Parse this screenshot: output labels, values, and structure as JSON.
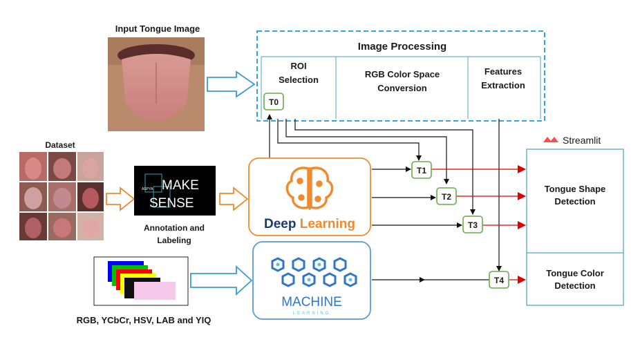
{
  "input": {
    "title": "Input Tongue Image"
  },
  "image_processing": {
    "title": "Image Processing",
    "steps": [
      {
        "line1": "ROI",
        "line2": "Selection"
      },
      {
        "line1": "RGB Color Space",
        "line2": "Conversion"
      },
      {
        "line1": "Features",
        "line2": "Extraction"
      }
    ]
  },
  "dataset": {
    "label": "Dataset"
  },
  "annotation": {
    "logo_line1": "MAKE",
    "logo_line2": "SENSE",
    "logo_small": "ASPYA",
    "caption_line1": "Annotation and",
    "caption_line2": "Labeling"
  },
  "deep_learning": {
    "label_part1": "Deep ",
    "label_part2": "Learning"
  },
  "machine_learning": {
    "line1": "MACHINE",
    "line2": "LEARNING"
  },
  "color_spaces": {
    "caption": "RGB, YCbCr, HSV, LAB and YIQ"
  },
  "streamlit": {
    "label": "Streamlit"
  },
  "outputs": {
    "shape_line1": "Tongue Shape",
    "shape_line2": "Detection",
    "color_line1": "Tongue Color",
    "color_line2": "Detection"
  },
  "tags": {
    "t0": "T0",
    "t1": "T1",
    "t2": "T2",
    "t3": "T3",
    "t4": "T4"
  },
  "colors": {
    "dashed_box": "#2ea7e0",
    "ml_border": "#5a9ad6",
    "output_border": "#6cb4c9",
    "tag_border": "#6aa84f",
    "red_arrow": "#e00000",
    "orange": "#f08a2c",
    "blue_arrow": "#3a9ad9",
    "dl_text": "#1a3a6e",
    "ml_text": "#2e76c8"
  }
}
